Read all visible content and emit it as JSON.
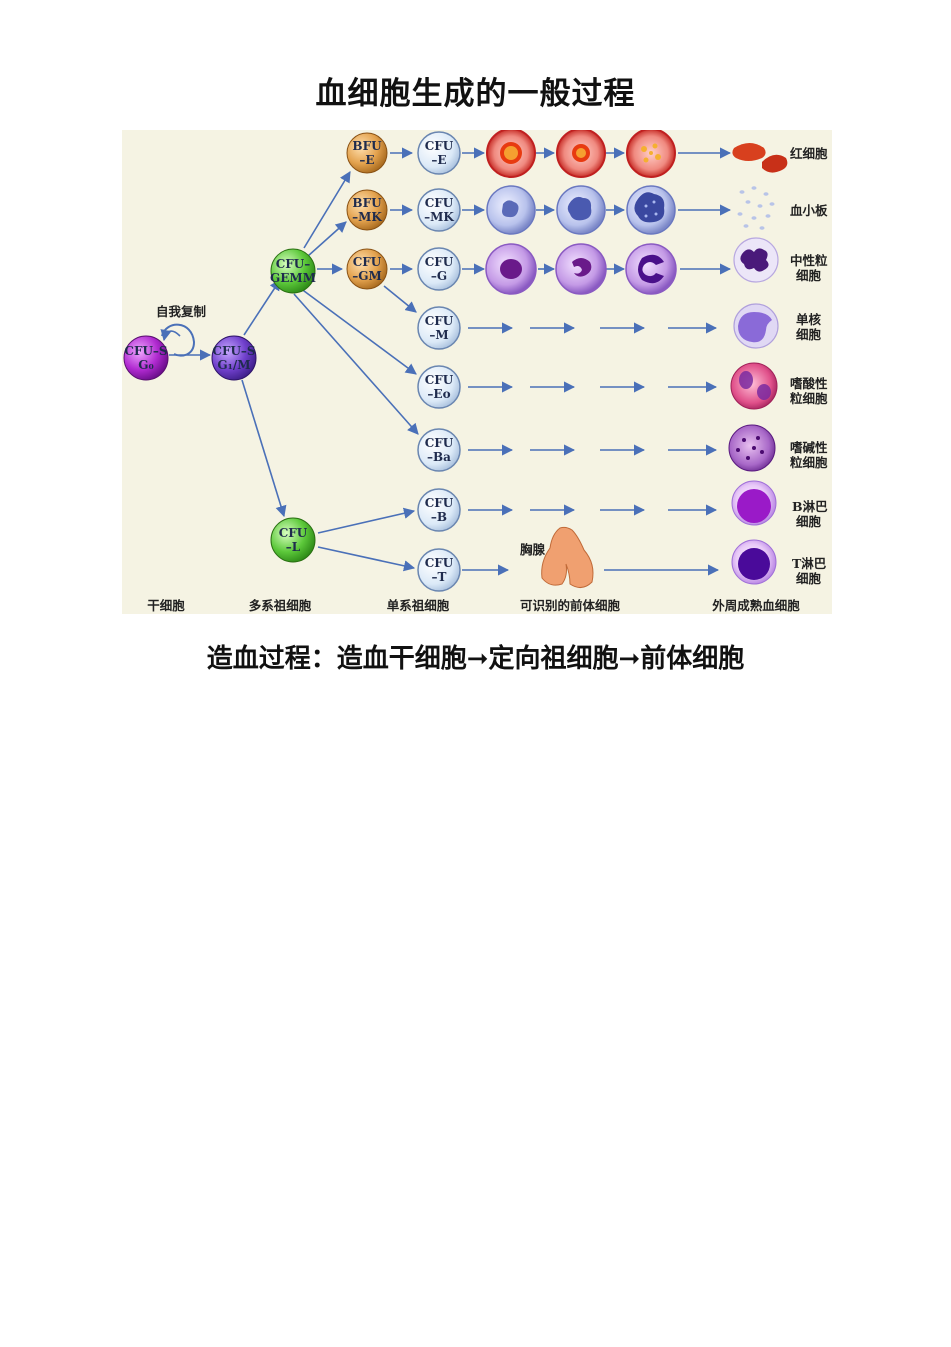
{
  "title": "血细胞生成的一般过程",
  "caption": "造血过程：造血干细胞➞定向祖细胞➞前体细胞",
  "diagram": {
    "self_renewal_label": "自我复制",
    "thymus_label": "胸腺",
    "columns": [
      "干细胞",
      "多系祖细胞",
      "单系祖细胞",
      "可识别的前体细胞",
      "外周成熟血细胞"
    ],
    "nodes": {
      "cfu_s_g0": [
        "CFU–S",
        "G₀"
      ],
      "cfu_s_g1m": [
        "CFU–S",
        "G₁/M"
      ],
      "cfu_gemm": [
        "CFU–",
        "GEMM"
      ],
      "cfu_l": [
        "CFU",
        "–L"
      ],
      "bfu_e": [
        "BFU",
        "–E"
      ],
      "bfu_mk": [
        "BFU",
        "–MK"
      ],
      "cfu_gm": [
        "CFU",
        "–GM"
      ],
      "cfu_e": [
        "CFU",
        "–E"
      ],
      "cfu_mk": [
        "CFU",
        "–MK"
      ],
      "cfu_g": [
        "CFU",
        "–G"
      ],
      "cfu_m": [
        "CFU",
        "–M"
      ],
      "cfu_eo": [
        "CFU",
        "–Eo"
      ],
      "cfu_ba": [
        "CFU",
        "–Ba"
      ],
      "cfu_b": [
        "CFU",
        "–B"
      ],
      "cfu_t": [
        "CFU",
        "–T"
      ]
    },
    "mature_cells": {
      "erythrocyte": [
        "红细胞"
      ],
      "platelet": [
        "血小板"
      ],
      "neutrophil": [
        "中性粒",
        "细胞"
      ],
      "monocyte": [
        "单核",
        "细胞"
      ],
      "eosinophil": [
        "嗜酸性",
        "粒细胞"
      ],
      "basophil": [
        "嗜碱性",
        "粒细胞"
      ],
      "b_lymphocyte": [
        "B淋巴",
        "细胞"
      ],
      "t_lymphocyte": [
        "T淋巴",
        "细胞"
      ]
    },
    "colors": {
      "background": "#f5f3e3",
      "arrow": "#4a70b8",
      "stem_cell": "#a528c8",
      "multipotent": "#7640cc",
      "myeloid_lymphoid": "#5cc83a",
      "burst_forming": "#e3a24e",
      "committed": "#dbe9f7"
    }
  }
}
